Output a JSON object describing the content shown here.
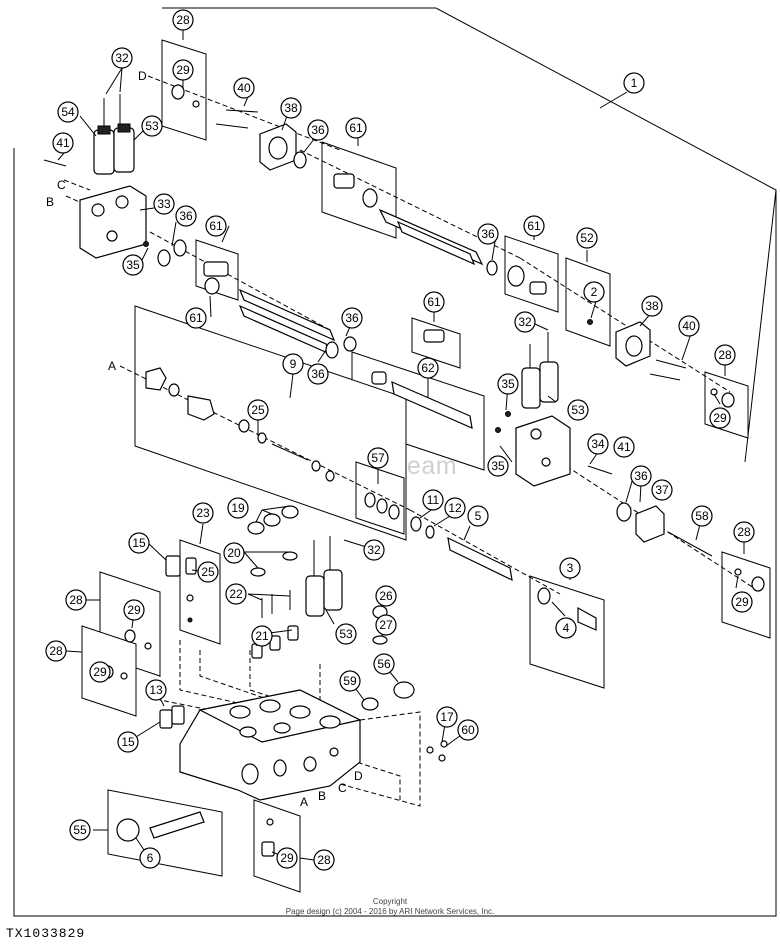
{
  "figure_id": "TX1033829",
  "watermark": "ARI PartStream",
  "copyright": {
    "line1": "Copyright",
    "line2": "Page design (c) 2004 - 2016 by ARI Network Services, Inc."
  },
  "connection_letters": [
    "A",
    "B",
    "C",
    "D"
  ],
  "callouts": [
    "1",
    "2",
    "3",
    "4",
    "5",
    "6",
    "9",
    "11",
    "12",
    "13",
    "15",
    "17",
    "19",
    "20",
    "21",
    "22",
    "23",
    "25",
    "26",
    "27",
    "28",
    "29",
    "32",
    "33",
    "34",
    "35",
    "36",
    "37",
    "38",
    "40",
    "41",
    "52",
    "53",
    "54",
    "55",
    "56",
    "57",
    "58",
    "59",
    "60",
    "61",
    "62"
  ]
}
